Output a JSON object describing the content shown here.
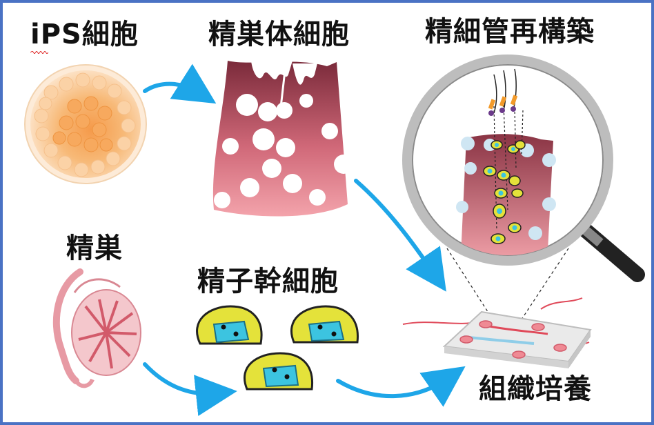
{
  "labels": {
    "ips_cells": "iPS細胞",
    "sertoli_cells": "精巣体細胞",
    "tubule_reconstruction": "精細管再構築",
    "testis": "精巣",
    "spermatogonial_stem_cells": "精子幹細胞",
    "tissue_culture": "組織培養"
  },
  "colors": {
    "border": "#4a72c4",
    "arrow": "#1ea6e8",
    "tissue_top": "#7a2a3a",
    "tissue_bottom": "#f2a0a8",
    "cell_yellow": "#e4e23a",
    "cell_nucleus": "#3cc4e0",
    "ips_orange": "#f6a55a"
  }
}
